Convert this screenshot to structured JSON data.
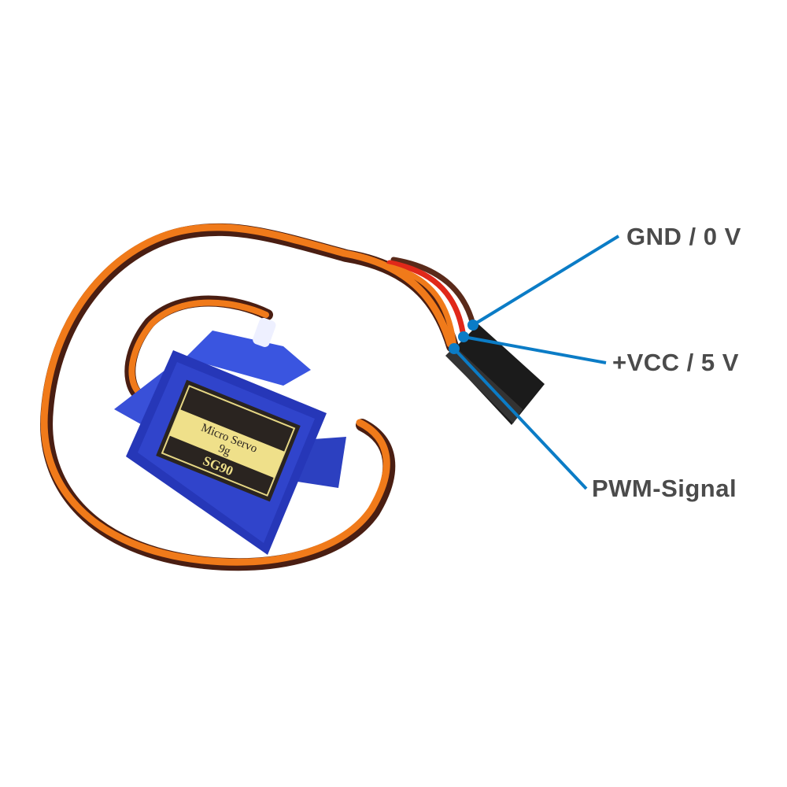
{
  "pins": [
    {
      "label": "GND / 0 V",
      "wire_color": "#5a2a1a"
    },
    {
      "label": "+VCC / 5 V",
      "wire_color": "#e0281a"
    },
    {
      "label": "PWM-Signal",
      "wire_color": "#f07a1a"
    }
  ],
  "servo": {
    "label_line1": "Micro Servo",
    "label_line2": "9g",
    "model": "SG90"
  },
  "colors": {
    "callout": "#0b7cc6",
    "text": "#4b4b4b",
    "servo_body": "#2a3fc8",
    "label_gold": "#efe08a"
  }
}
